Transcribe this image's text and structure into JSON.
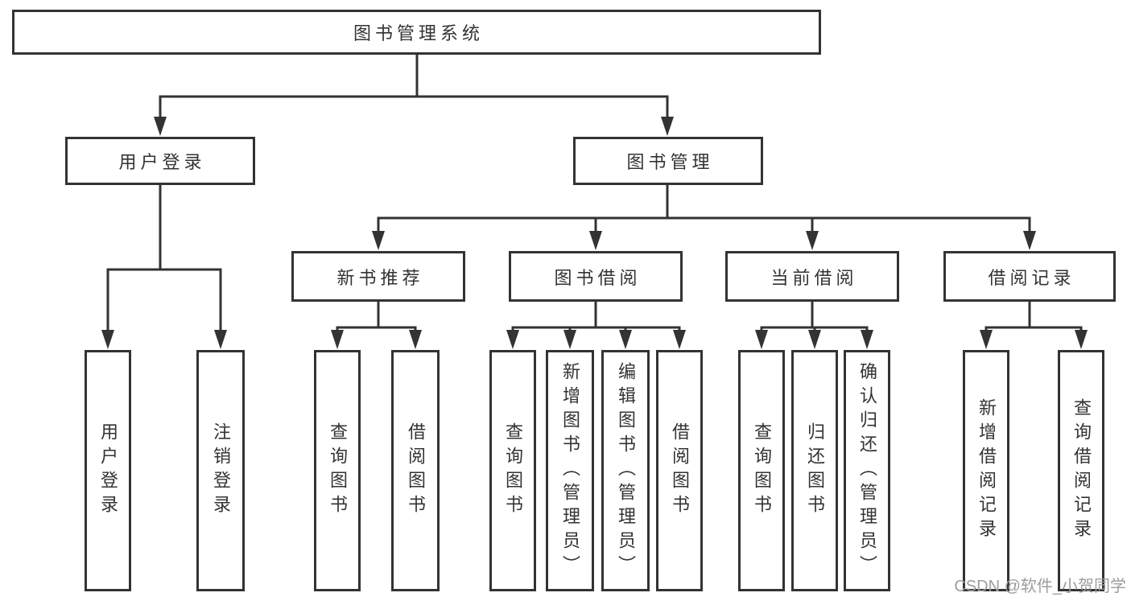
{
  "colors": {
    "bg": "#ffffff",
    "line": "#333333",
    "text": "#333333",
    "watermark": "#9d9d9d"
  },
  "watermark": "CSDN @软件_小贺同学",
  "tree": {
    "root": "图书管理系统",
    "level2": [
      "用户登录",
      "图书管理"
    ],
    "level3": [
      "新书推荐",
      "图书借阅",
      "当前借阅",
      "借阅记录"
    ],
    "groups": [
      [
        "用户登录",
        "注销登录"
      ],
      [
        "查询图书",
        "借阅图书"
      ],
      [
        "查询图书",
        "新增图书（管理员）",
        "编辑图书（管理员）",
        "借阅图书"
      ],
      [
        "查询图书",
        "归还图书",
        "确认归还（管理员）"
      ],
      [
        "新增借阅记录",
        "查询借阅记录"
      ]
    ]
  }
}
